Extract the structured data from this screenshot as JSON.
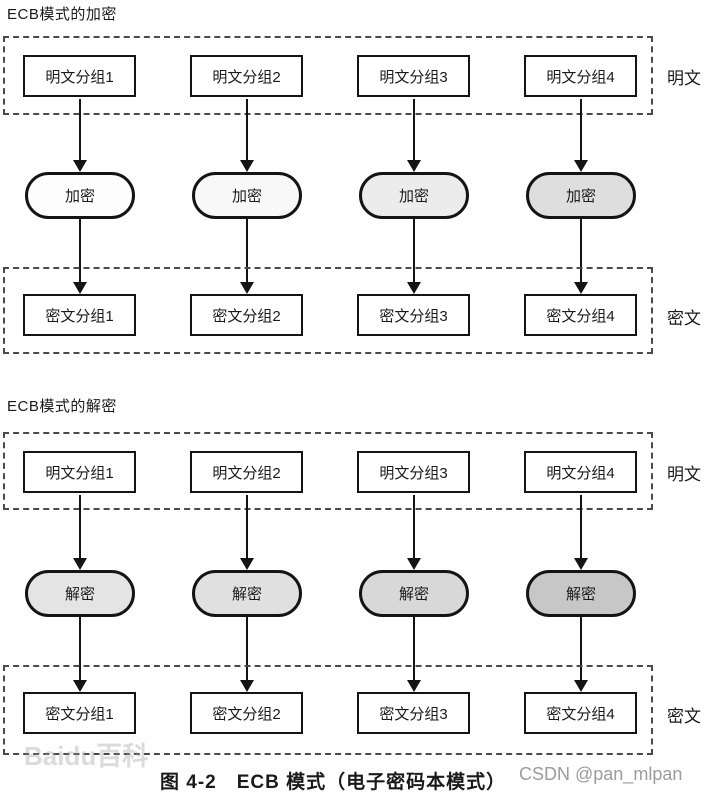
{
  "colors": {
    "line": "#141414",
    "dashed_border": "#4a4a4a",
    "block_fill": "#ffffff",
    "watermark_gray": "#9c9c9c"
  },
  "caption": "图 4-2　ECB 模式（电子密码本模式）",
  "watermarks": {
    "left": "Baidu百科",
    "right": "CSDN @pan_mlpan"
  },
  "sections": [
    {
      "title": "ECB模式的加密",
      "input_group_label": "明文",
      "output_group_label": "密文",
      "input_blocks": [
        "明文分组1",
        "明文分组2",
        "明文分组3",
        "明文分组4"
      ],
      "process_labels": [
        "加密",
        "加密",
        "加密",
        "加密"
      ],
      "process_fills": [
        "#fdfdfd",
        "#f8f8f8",
        "#ececec",
        "#dedede"
      ],
      "output_blocks": [
        "密文分组1",
        "密文分组2",
        "密文分组3",
        "密文分组4"
      ]
    },
    {
      "title": "ECB模式的解密",
      "input_group_label": "明文",
      "output_group_label": "密文",
      "input_blocks": [
        "明文分组1",
        "明文分组2",
        "明文分组3",
        "明文分组4"
      ],
      "process_labels": [
        "解密",
        "解密",
        "解密",
        "解密"
      ],
      "process_fills": [
        "#e4e4e4",
        "#e0e0e0",
        "#d8d8d8",
        "#c7c7c7"
      ],
      "output_blocks": [
        "密文分组1",
        "密文分组2",
        "密文分组3",
        "密文分组4"
      ]
    }
  ]
}
